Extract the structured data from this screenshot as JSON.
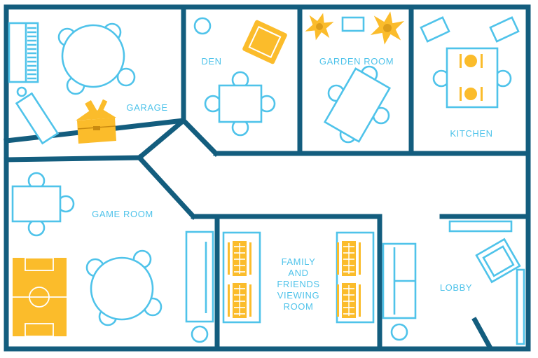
{
  "rooms": {
    "garage": "GARAGE",
    "den": "DEN",
    "garden_room": "GARDEN ROOM",
    "kitchen": "KITCHEN",
    "game_room": "GAME ROOM",
    "viewing_room": [
      "FAMILY",
      "AND",
      "FRIENDS",
      "VIEWING",
      "ROOM"
    ],
    "lobby": "LOBBY"
  },
  "colors": {
    "wall": "#135d7e",
    "furniture_outline": "#4fc3ea",
    "accent_yellow": "#fbbc2b",
    "background": "#ffffff"
  },
  "icons": [
    "toolbox-icon",
    "armchair-icon",
    "plant-icon",
    "place-setting-icon",
    "foosball-table-icon",
    "seating-row-icon",
    "sofa-icon",
    "table-icon",
    "chair-icon"
  ]
}
